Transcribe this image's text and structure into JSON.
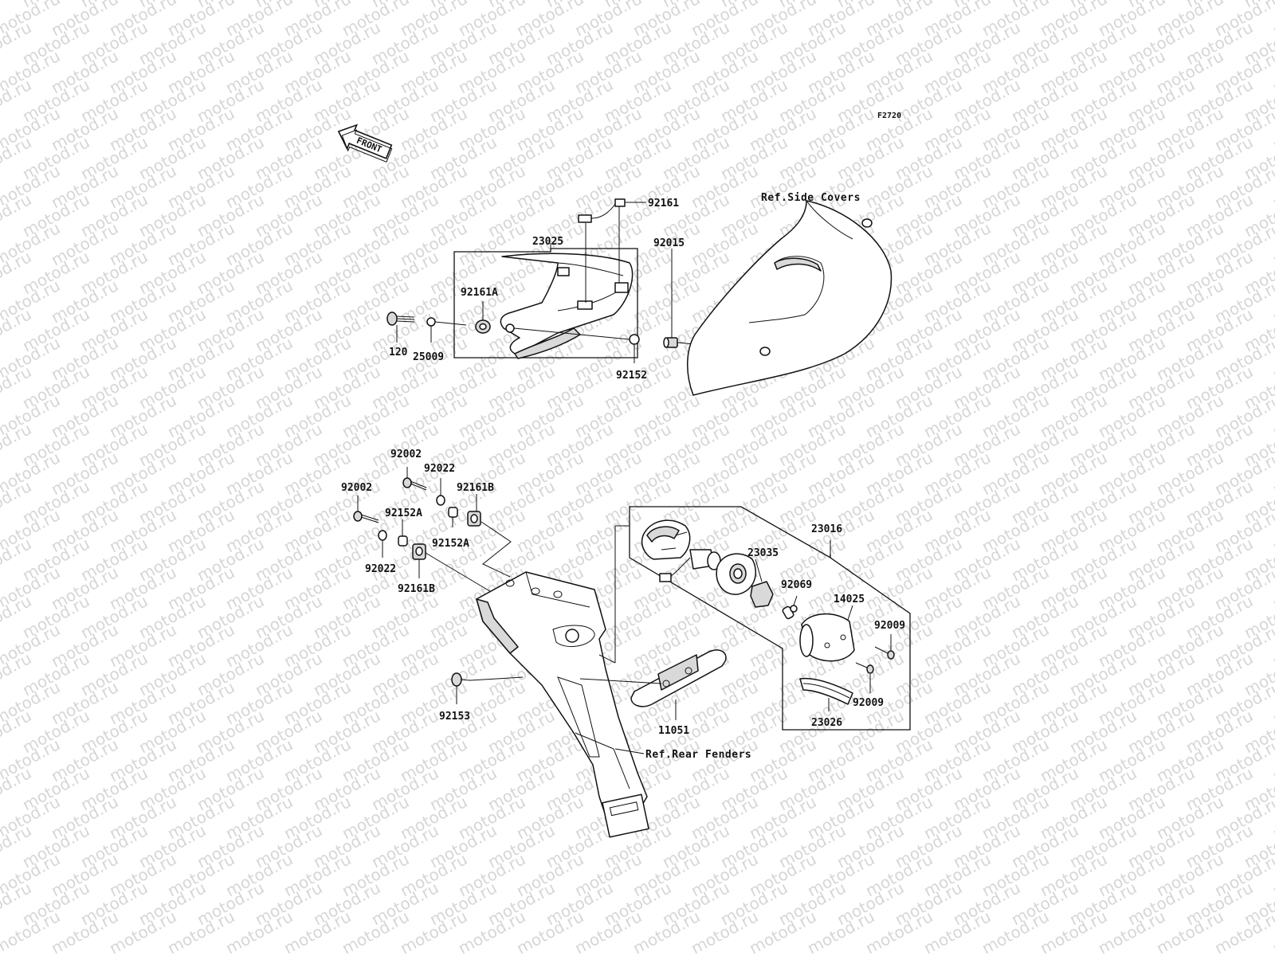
{
  "watermark": "motod.ru",
  "diagram_code": "F2720",
  "front_label": "FRONT",
  "references": {
    "side_covers": "Ref.Side Covers",
    "rear_fenders": "Ref.Rear Fenders"
  },
  "parts": {
    "p92161": "92161",
    "p23025": "23025",
    "p92161A": "92161A",
    "p92015": "92015",
    "p120": "120",
    "p25009": "25009",
    "p92152": "92152",
    "p92002_a": "92002",
    "p92022_a": "92022",
    "p92161B_a": "92161B",
    "p92002_b": "92002",
    "p92152A_a": "92152A",
    "p92152A_b": "92152A",
    "p92022_b": "92022",
    "p92161B_b": "92161B",
    "p23016": "23016",
    "p23035": "23035",
    "p92069": "92069",
    "p14025": "14025",
    "p92009_a": "92009",
    "p92009_b": "92009",
    "p92153": "92153",
    "p11051": "11051",
    "p23026": "23026"
  }
}
